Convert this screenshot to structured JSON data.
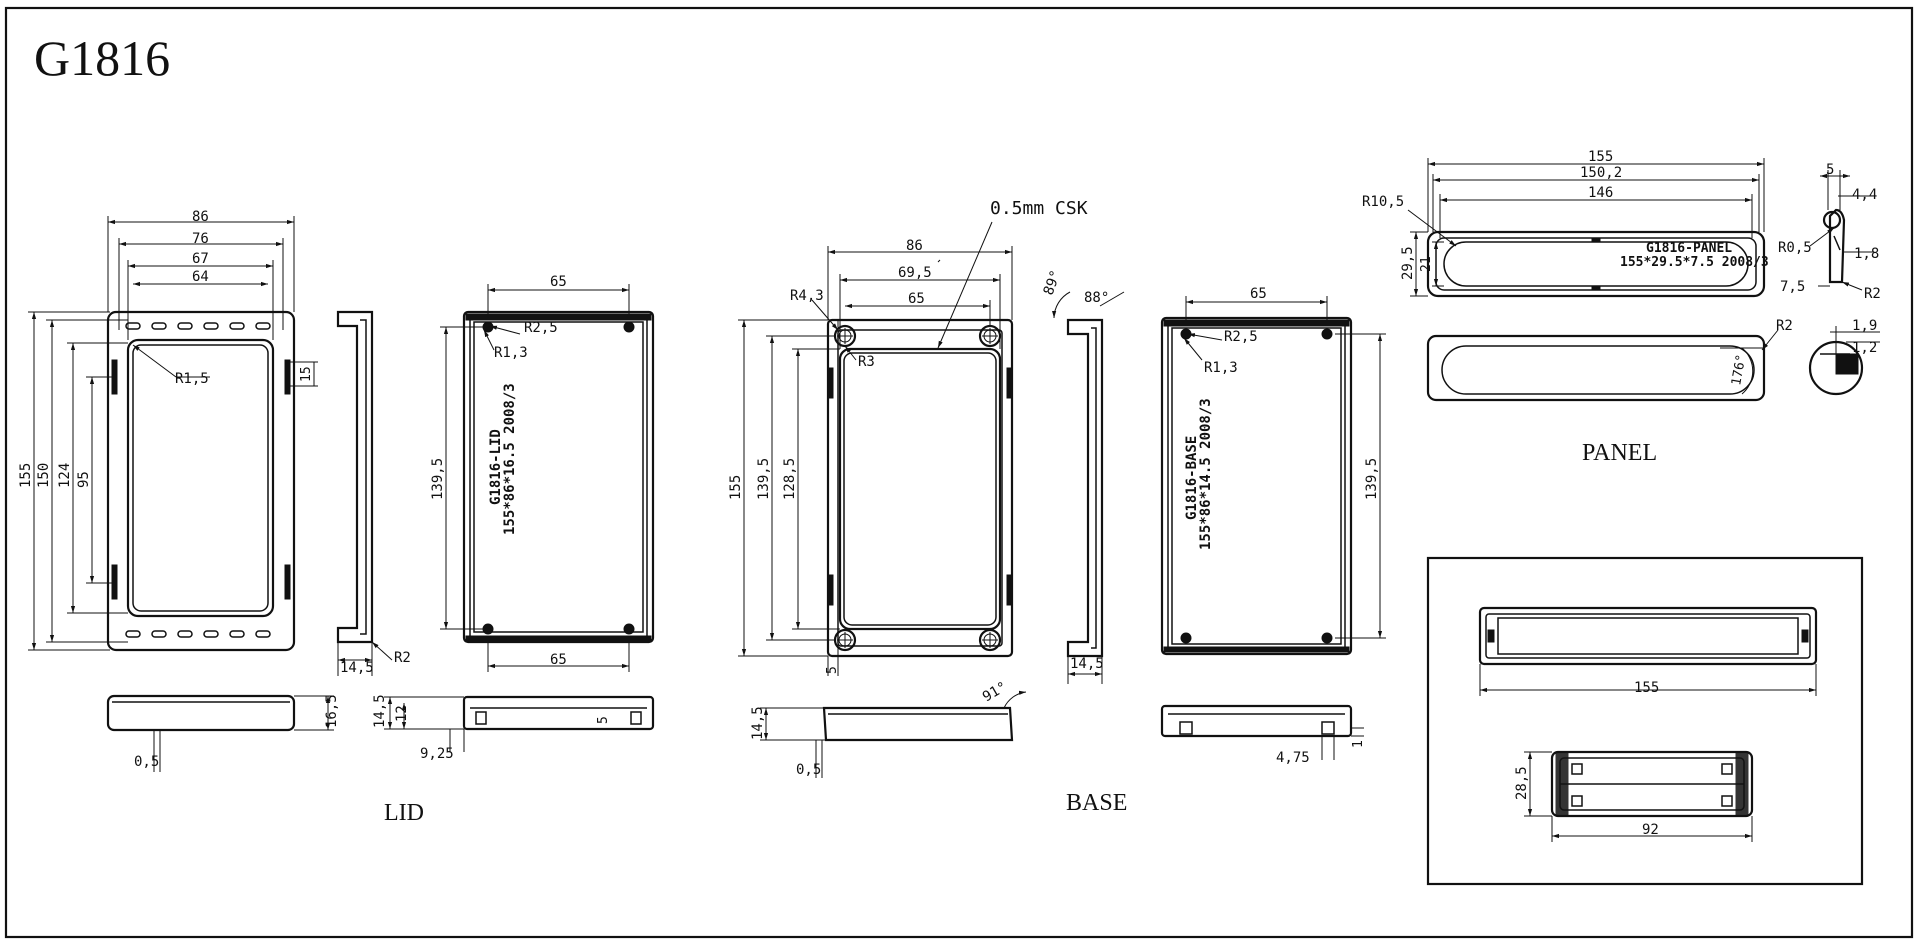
{
  "title": "G1816",
  "views": {
    "lid": {
      "label": "LID",
      "plan": {
        "w86": "86",
        "w76": "76",
        "w67": "67",
        "w64": "64",
        "h155": "155",
        "h150": "150",
        "h124": "124",
        "h95": "95",
        "r15": "R1,5",
        "d15": "15"
      },
      "side": {
        "r2": "R2",
        "w145": "14,5"
      },
      "inner": {
        "w65_top": "65",
        "w65_bot": "65",
        "r25": "R2,5",
        "r13": "R1,3",
        "h1395": "139,5",
        "stamp1": "G1816-LID",
        "stamp2": "155*86*16.5 2008/3"
      },
      "front": {
        "h165": "16,5",
        "d05": "0,5"
      },
      "section": {
        "h145": "14,5",
        "h12": "12",
        "d925": "9,25",
        "d5": "5"
      }
    },
    "base": {
      "label": "BASE",
      "csk": "0.5mm CSK",
      "plan": {
        "w86": "86",
        "w695": "69,5",
        "w65": "65",
        "r43": "R4,3",
        "r3": "R3",
        "h155": "155",
        "h1395": "139,5",
        "h1285": "128,5",
        "d5": "5"
      },
      "side": {
        "a89": "89°",
        "a88": "88°",
        "w145": "14,5"
      },
      "inner": {
        "w65": "65",
        "r25": "R2,5",
        "r13": "R1,3",
        "h1395": "139,5",
        "stamp1": "G1816-BASE",
        "stamp2": "155*86*14.5 2008/3"
      },
      "front": {
        "h145": "14,5",
        "d05": "0,5",
        "a91": "91°"
      },
      "section": {
        "d475": "4,75",
        "d1": "1"
      }
    },
    "panel": {
      "label": "PANEL",
      "top": {
        "w155": "155",
        "w1502": "150,2",
        "w146": "146",
        "r105": "R10,5",
        "h295": "29,5",
        "h21": "21",
        "stamp1": "G1816-PANEL",
        "stamp2": "155*29.5*7.5 2008/3"
      },
      "detail": {
        "d5": "5",
        "d44": "4,4",
        "r05": "R0,5",
        "d18": "1,8",
        "d75": "7,5",
        "r2": "R2"
      },
      "front": {
        "r2": "R2",
        "a176": "176°"
      },
      "circle": {
        "d19": "1,9",
        "d12": "1,2"
      }
    },
    "assembly": {
      "w155": "155",
      "h285": "28,5",
      "w92": "92"
    }
  }
}
